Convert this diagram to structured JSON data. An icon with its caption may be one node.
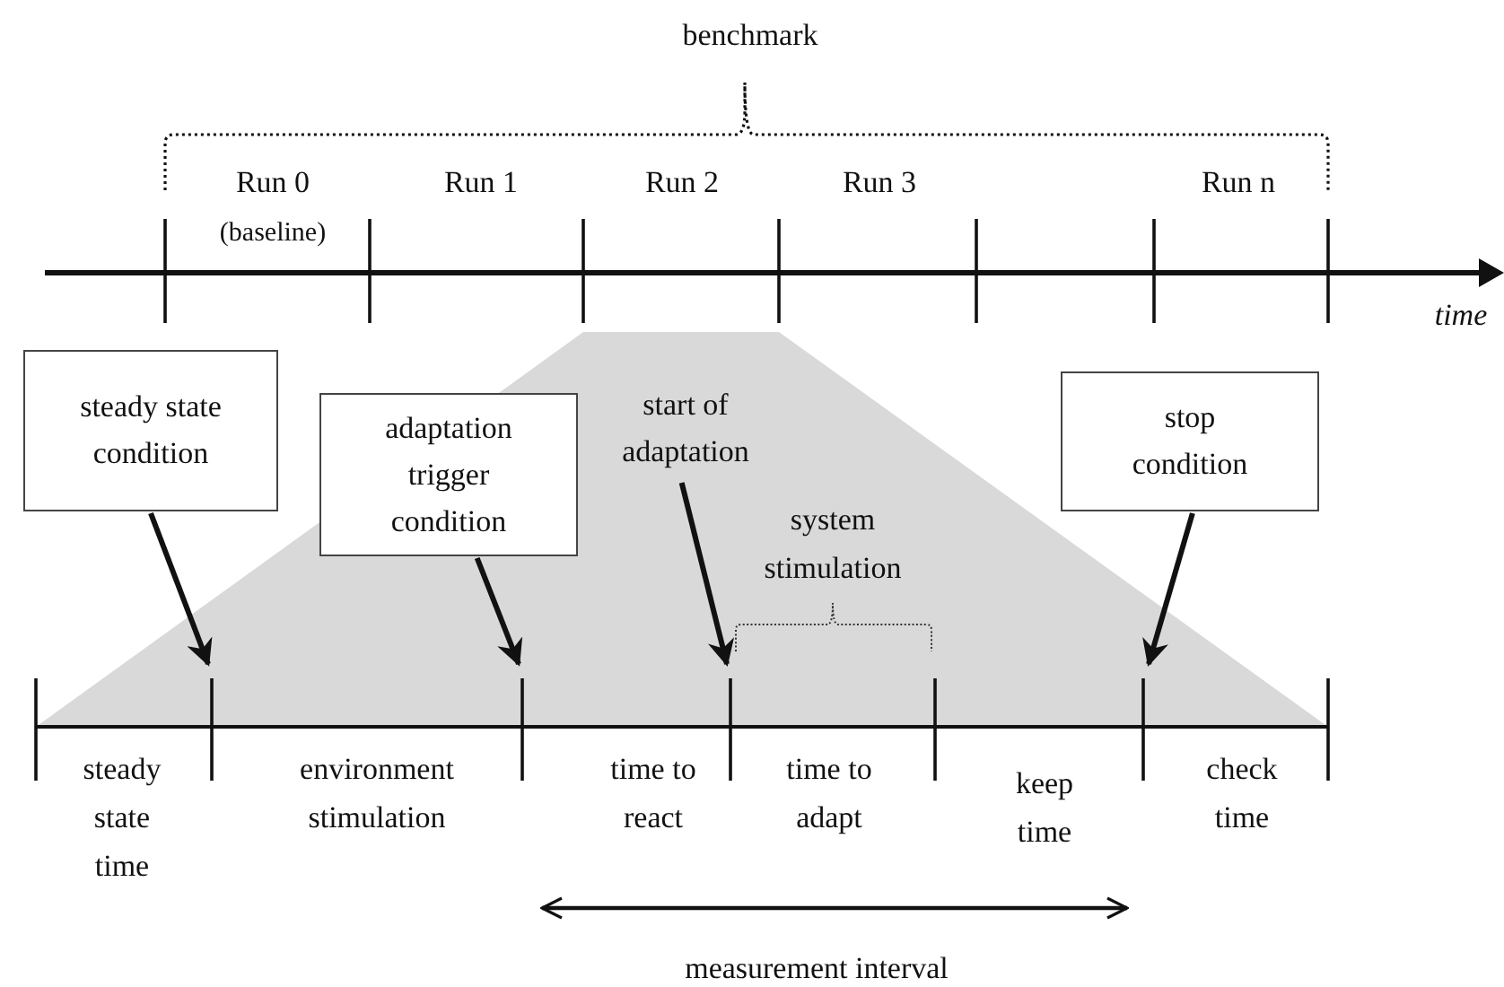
{
  "diagram": {
    "nodes": [
      {
        "text": [
          "steady state condition"
        ]
      },
      {
        "text": [
          "adaptation trigger condition"
        ]
      },
      {
        "text": [
          "start of adaptation"
        ]
      },
      {
        "text": [
          "stop condition"
        ]
      }
    ],
    "edges": [
      {
        "from": 0,
        "to": null,
        "arrow": "to"
      },
      {
        "from": 1,
        "to": null,
        "arrow": "to"
      },
      {
        "from": 2,
        "to": null,
        "arrow": "to"
      },
      {
        "from": 3,
        "to": null,
        "arrow": "to"
      }
    ],
    "labels": [
      "benchmark",
      "Run 0",
      "(baseline)",
      "Run 1",
      "Run 2",
      "Run 3",
      "Run n",
      "time",
      "system stimulation",
      "steady state time",
      "environment stimulation",
      "time to react",
      "time to adapt",
      "keep time",
      "check time",
      "measurement interval"
    ]
  }
}
